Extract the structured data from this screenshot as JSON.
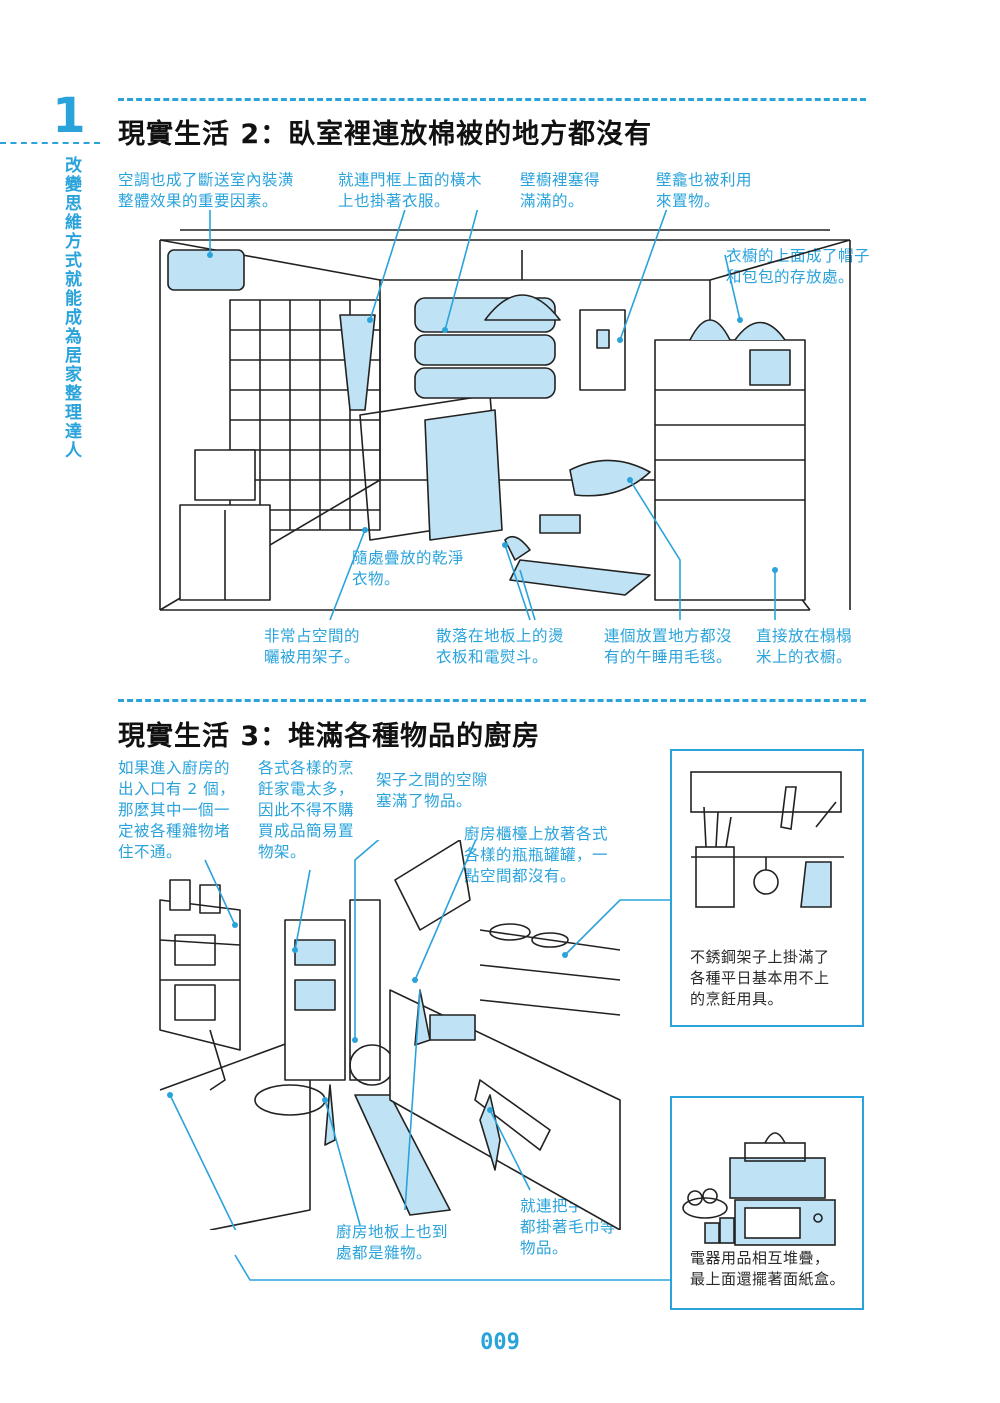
{
  "chapter": {
    "number": "1",
    "title": "改變思維方式就能成為居家整理達人"
  },
  "section2": {
    "title": "現實生活 2：臥室裡連放棉被的地方都沒有",
    "captions": {
      "aircon": "空調也成了斷送室內裝潢\n整體效果的重要因素。",
      "door_frame": "就連門框上面的橫木\n上也掛著衣服。",
      "closet_full": "壁櫥裡塞得\n滿滿的。",
      "alcove": "壁龕也被利用\n來置物。",
      "wardrobe_top": "衣櫥的上面成了帽子\n和包包的存放處。",
      "clean_clothes": "隨處疊放的乾淨\n衣物。",
      "drying_rack": "非常占空間的\n曬被用架子。",
      "ironing": "散落在地板上的燙\n衣板和電熨斗。",
      "blanket": "連個放置地方都沒\n有的午睡用毛毯。",
      "tatami_wardrobe": "直接放在榻榻\n米上的衣櫥。"
    }
  },
  "section3": {
    "title": "現實生活 3：堆滿各種物品的廚房",
    "captions": {
      "entrance": "如果進入廚房的\n出入口有 2 個，\n那麼其中一個一\n定被各種雜物堵\n住不通。",
      "appliances": "各式各樣的烹\n飪家電太多，\n因此不得不購\n買成品簡易置\n物架。",
      "gap": "架子之間的空隙\n塞滿了物品。",
      "cabinet_top": "廚房櫃檯上放著各式\n各樣的瓶瓶罐罐，一\n點空間都沒有。",
      "floor": "廚房地板上也到\n處都是雜物。",
      "handles": "就連把手上也\n都掛著毛巾等\n物品。",
      "rack_box": "不銹鋼架子上掛滿了\n各種平日基本用不上\n的烹飪用具。",
      "stack_box": "電器用品相互堆疊，\n最上面還擺著面紙盒。"
    }
  },
  "page_number": "009",
  "colors": {
    "accent": "#2aa3db",
    "ink": "#1a1a1a",
    "fill": "#bfe3f4"
  }
}
